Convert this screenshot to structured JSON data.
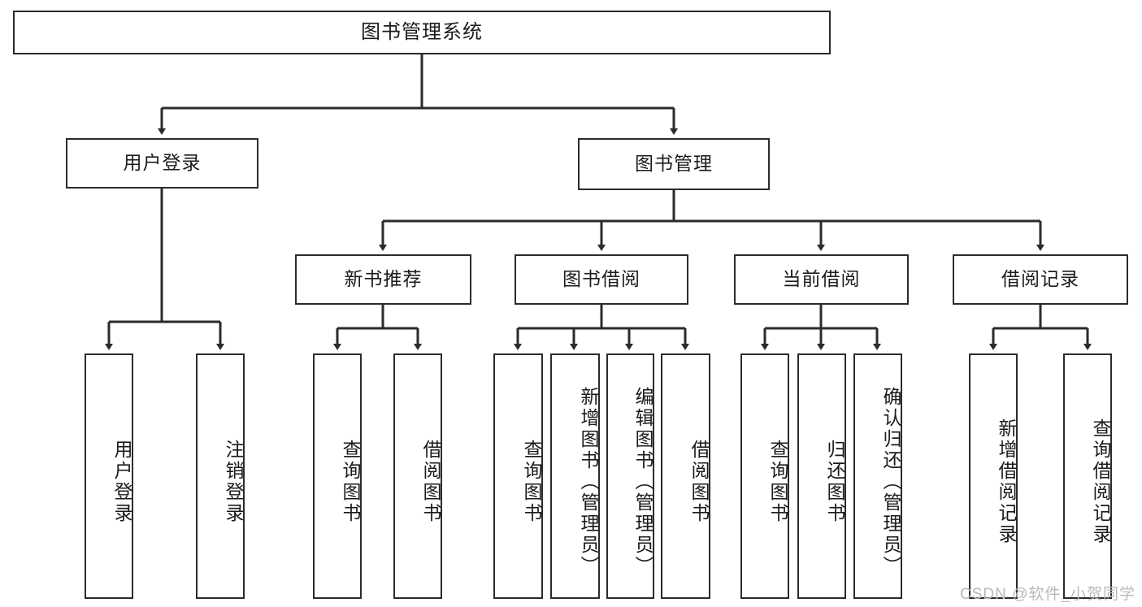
{
  "diagram": {
    "title": "图书管理系统",
    "type": "tree-hierarchy-diagram",
    "accent_color": "#2b2b2b",
    "background": "#ffffff"
  },
  "nodes": {
    "root": {
      "label": "图书管理系统"
    },
    "level2": [
      {
        "label": "用户登录"
      },
      {
        "label": "图书管理"
      }
    ],
    "level3": [
      {
        "label": "新书推荐"
      },
      {
        "label": "图书借阅"
      },
      {
        "label": "当前借阅"
      },
      {
        "label": "借阅记录"
      }
    ],
    "leaves": {
      "user_login": [
        {
          "label": "用户登录"
        },
        {
          "label": "注销登录"
        }
      ],
      "new_book_recommend": [
        {
          "label": "查询图书"
        },
        {
          "label": "借阅图书"
        }
      ],
      "book_borrow": [
        {
          "label": "查询图书"
        },
        {
          "label": "新增图书（管理员）"
        },
        {
          "label": "编辑图书（管理员）"
        },
        {
          "label": "借阅图书"
        }
      ],
      "current_borrow": [
        {
          "label": "查询图书"
        },
        {
          "label": "归还图书"
        },
        {
          "label": "确认归还（管理员）"
        }
      ],
      "borrow_record": [
        {
          "label": "新增借阅记录"
        },
        {
          "label": "查询借阅记录"
        }
      ]
    }
  },
  "watermark": {
    "text": "CSDN @软件_小贺同学"
  }
}
